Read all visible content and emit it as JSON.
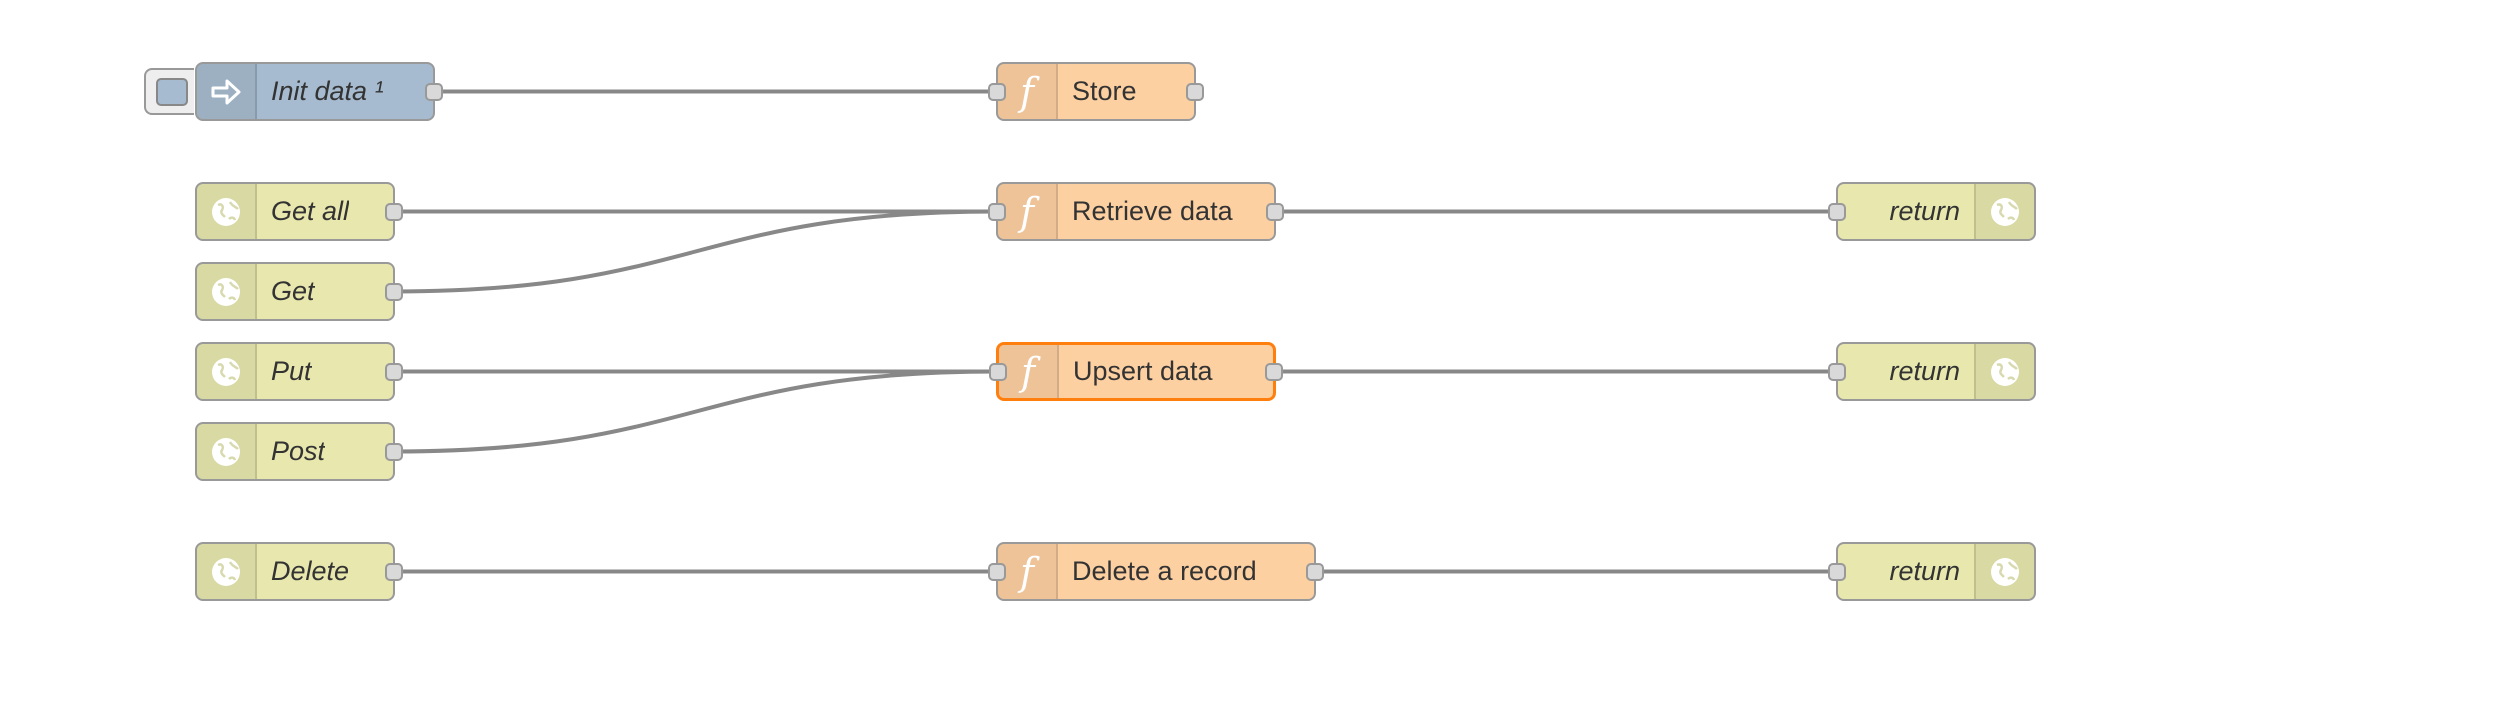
{
  "nodes": {
    "init_data": {
      "label": "Init data ¹",
      "type": "inject",
      "icon": "arrow-in-icon"
    },
    "store": {
      "label": "Store",
      "type": "function",
      "icon": "function-icon"
    },
    "get_all": {
      "label": "Get all",
      "type": "http in",
      "icon": "globe-icon"
    },
    "get": {
      "label": "Get",
      "type": "http in",
      "icon": "globe-icon"
    },
    "put": {
      "label": "Put",
      "type": "http in",
      "icon": "globe-icon"
    },
    "post": {
      "label": "Post",
      "type": "http in",
      "icon": "globe-icon"
    },
    "delete": {
      "label": "Delete",
      "type": "http in",
      "icon": "globe-icon"
    },
    "retrieve_data": {
      "label": "Retrieve data",
      "type": "function",
      "icon": "function-icon"
    },
    "upsert_data": {
      "label": "Upsert data",
      "type": "function",
      "icon": "function-icon",
      "selected": true
    },
    "delete_record": {
      "label": "Delete a record",
      "type": "function",
      "icon": "function-icon"
    },
    "return_1": {
      "label": "return",
      "type": "http response",
      "icon": "globe-icon"
    },
    "return_2": {
      "label": "return",
      "type": "http response",
      "icon": "globe-icon"
    },
    "return_3": {
      "label": "return",
      "type": "http response",
      "icon": "globe-icon"
    }
  },
  "wires": [
    {
      "from": "init_data",
      "to": "store"
    },
    {
      "from": "get_all",
      "to": "retrieve_data"
    },
    {
      "from": "get",
      "to": "retrieve_data"
    },
    {
      "from": "put",
      "to": "upsert_data"
    },
    {
      "from": "post",
      "to": "upsert_data"
    },
    {
      "from": "delete",
      "to": "delete_record"
    },
    {
      "from": "retrieve_data",
      "to": "return_1"
    },
    {
      "from": "upsert_data",
      "to": "return_2"
    },
    {
      "from": "delete_record",
      "to": "return_3"
    }
  ],
  "colors": {
    "inject": "#a6bbcf",
    "function": "#fdd0a2",
    "http": "#e7e7ae",
    "wire": "#888888",
    "selected_border": "#ff7f0e"
  }
}
